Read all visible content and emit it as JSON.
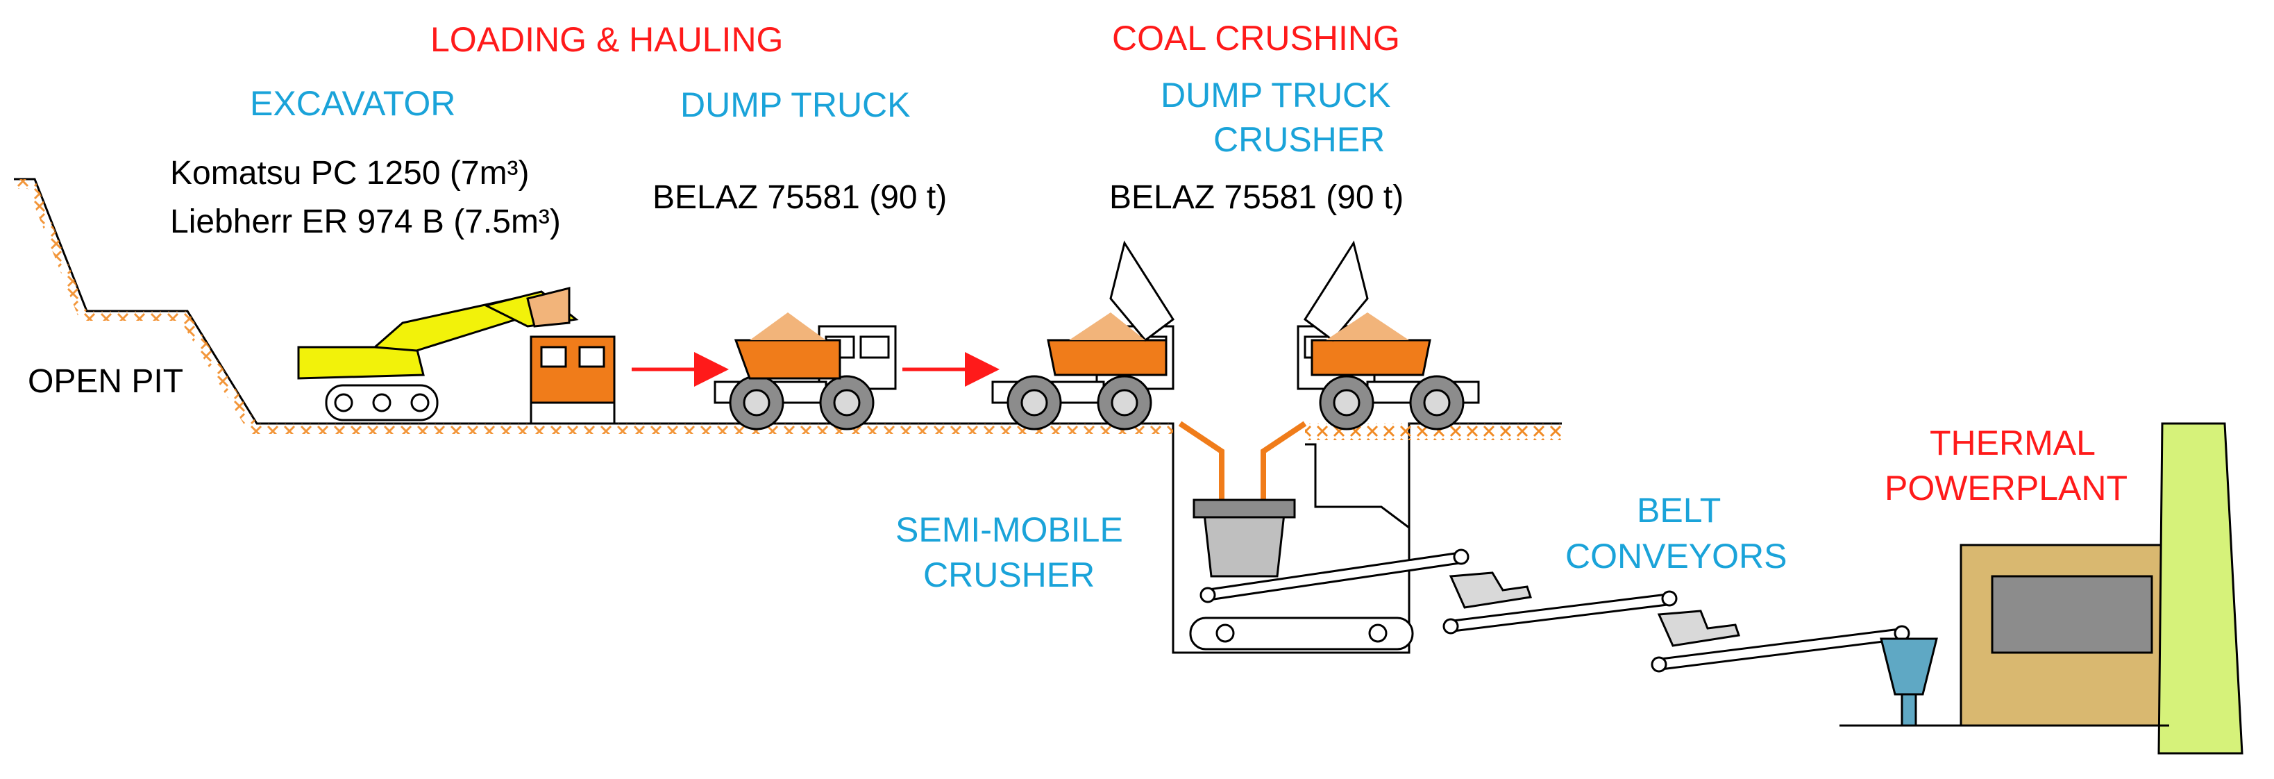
{
  "sections": {
    "loading_hauling": "LOADING & HAULING",
    "coal_crushing": "COAL CRUSHING"
  },
  "equipment": {
    "excavator_title": "EXCAVATOR",
    "excavator_model_1": "Komatsu PC 1250 (7m³)",
    "excavator_model_2": "Liebherr ER 974 B (7.5m³)",
    "dump_truck_title": "DUMP TRUCK",
    "dump_truck_model": "BELAZ 75581 (90 t)",
    "dump_truck_crusher_title_1": "DUMP TRUCK",
    "dump_truck_crusher_title_2": "CRUSHER",
    "dump_truck_crusher_model": "BELAZ 75581 (90 t)"
  },
  "labels": {
    "open_pit": "OPEN PIT",
    "semi_mobile_1": "SEMI-MOBILE",
    "semi_mobile_2": "CRUSHER",
    "belt_1": "BELT",
    "belt_2": "CONVEYORS",
    "plant_1": "THERMAL",
    "plant_2": "POWERPLANT"
  },
  "colors": {
    "section_title": "#ff1a1a",
    "equipment_title": "#1aa3d9",
    "ground_hatch": "#f08a24",
    "truck_bed": "#f07c1a",
    "coal_load": "#f2b47a",
    "excavator": "#f2f20a",
    "plant_building": "#d9b870",
    "chimney": "#d6f27a",
    "hopper": "#5fa8c4"
  }
}
